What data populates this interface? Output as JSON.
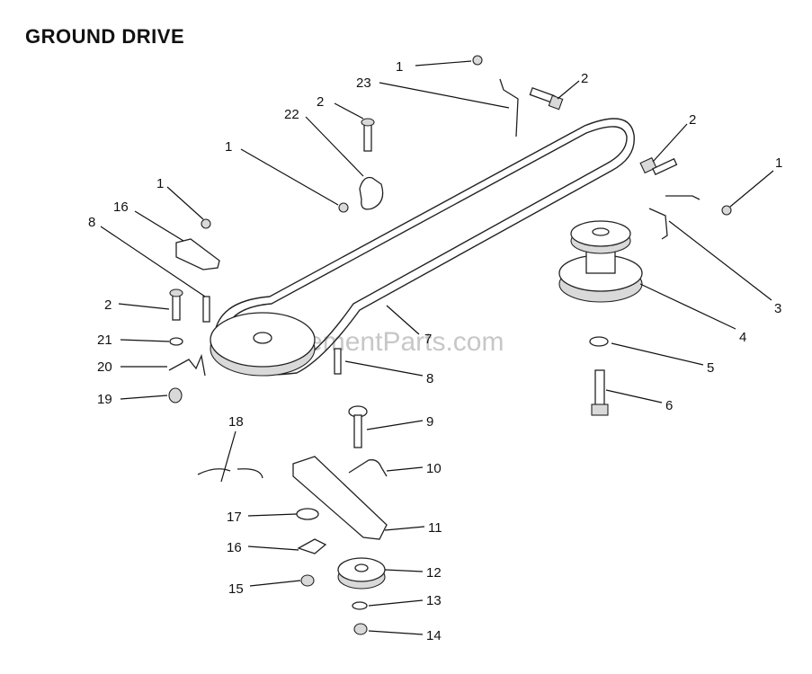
{
  "title": "GROUND DRIVE",
  "watermark": "eReplacementParts.com",
  "callouts": [
    {
      "id": "c1a",
      "label": "1",
      "part": "nut"
    },
    {
      "id": "c23",
      "label": "23",
      "part": "belt-guide"
    },
    {
      "id": "c2a",
      "label": "2",
      "part": "bolt"
    },
    {
      "id": "c2b",
      "label": "2",
      "part": "bolt"
    },
    {
      "id": "c22",
      "label": "22",
      "part": "belt-guide"
    },
    {
      "id": "c1b",
      "label": "1",
      "part": "nut"
    },
    {
      "id": "c2c",
      "label": "2",
      "part": "bolt"
    },
    {
      "id": "c1c",
      "label": "1",
      "part": "nut"
    },
    {
      "id": "c16a",
      "label": "16",
      "part": "bracket"
    },
    {
      "id": "c1d",
      "label": "1",
      "part": "nut"
    },
    {
      "id": "c8a",
      "label": "8",
      "part": "pin"
    },
    {
      "id": "c3",
      "label": "3",
      "part": "belt-guide"
    },
    {
      "id": "c2d",
      "label": "2",
      "part": "bolt"
    },
    {
      "id": "c4",
      "label": "4",
      "part": "pulley"
    },
    {
      "id": "c21",
      "label": "21",
      "part": "washer"
    },
    {
      "id": "c7",
      "label": "7",
      "part": "belt"
    },
    {
      "id": "c5",
      "label": "5",
      "part": "washer"
    },
    {
      "id": "c20",
      "label": "20",
      "part": "bracket"
    },
    {
      "id": "c8b",
      "label": "8",
      "part": "pin"
    },
    {
      "id": "c6",
      "label": "6",
      "part": "bolt"
    },
    {
      "id": "c19",
      "label": "19",
      "part": "nut"
    },
    {
      "id": "c18",
      "label": "18",
      "part": "spring"
    },
    {
      "id": "c9",
      "label": "9",
      "part": "bolt"
    },
    {
      "id": "c10",
      "label": "10",
      "part": "bracket"
    },
    {
      "id": "c17",
      "label": "17",
      "part": "washer"
    },
    {
      "id": "c11",
      "label": "11",
      "part": "idler-arm"
    },
    {
      "id": "c16b",
      "label": "16",
      "part": "bracket"
    },
    {
      "id": "c12",
      "label": "12",
      "part": "idler-pulley"
    },
    {
      "id": "c15",
      "label": "15",
      "part": "nut"
    },
    {
      "id": "c13",
      "label": "13",
      "part": "washer"
    },
    {
      "id": "c14",
      "label": "14",
      "part": "nut"
    }
  ]
}
